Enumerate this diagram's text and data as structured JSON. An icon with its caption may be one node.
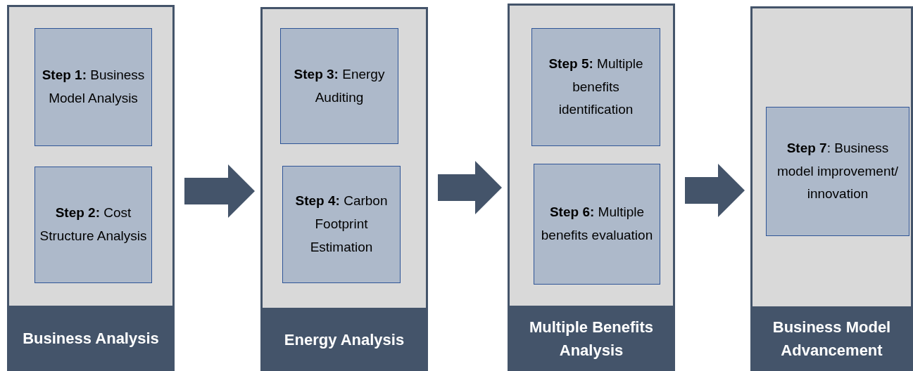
{
  "diagram": {
    "nodes": [
      {
        "text": [
          "Business Analysis"
        ]
      },
      {
        "text": [
          "**Step 1:** Business Model Analysis"
        ],
        "in": 0
      },
      {
        "text": [
          "**Step 2:** Cost Structure Analysis"
        ],
        "in": 0
      },
      {
        "text": [
          "Energy Analysis"
        ]
      },
      {
        "text": [
          "**Step 3:** Energy Auditing"
        ],
        "in": 3
      },
      {
        "text": [
          "**Step 4:** Carbon Footprint Estimation"
        ],
        "in": 3
      },
      {
        "text": [
          "Multiple Benefits Analysis"
        ]
      },
      {
        "text": [
          "**Step 5:** Multiple benefits identification"
        ],
        "in": 6
      },
      {
        "text": [
          "**Step 6:** Multiple benefits evaluation"
        ],
        "in": 6
      },
      {
        "text": [
          "Business Model Advancement"
        ]
      },
      {
        "text": [
          "**Step 7**: Business model improvement/ innovation"
        ],
        "in": 9
      }
    ],
    "edges": [
      {
        "from": 0,
        "to": 3,
        "arrow": "to"
      },
      {
        "from": 3,
        "to": 6,
        "arrow": "to"
      },
      {
        "from": 6,
        "to": 9,
        "arrow": "to"
      }
    ]
  }
}
